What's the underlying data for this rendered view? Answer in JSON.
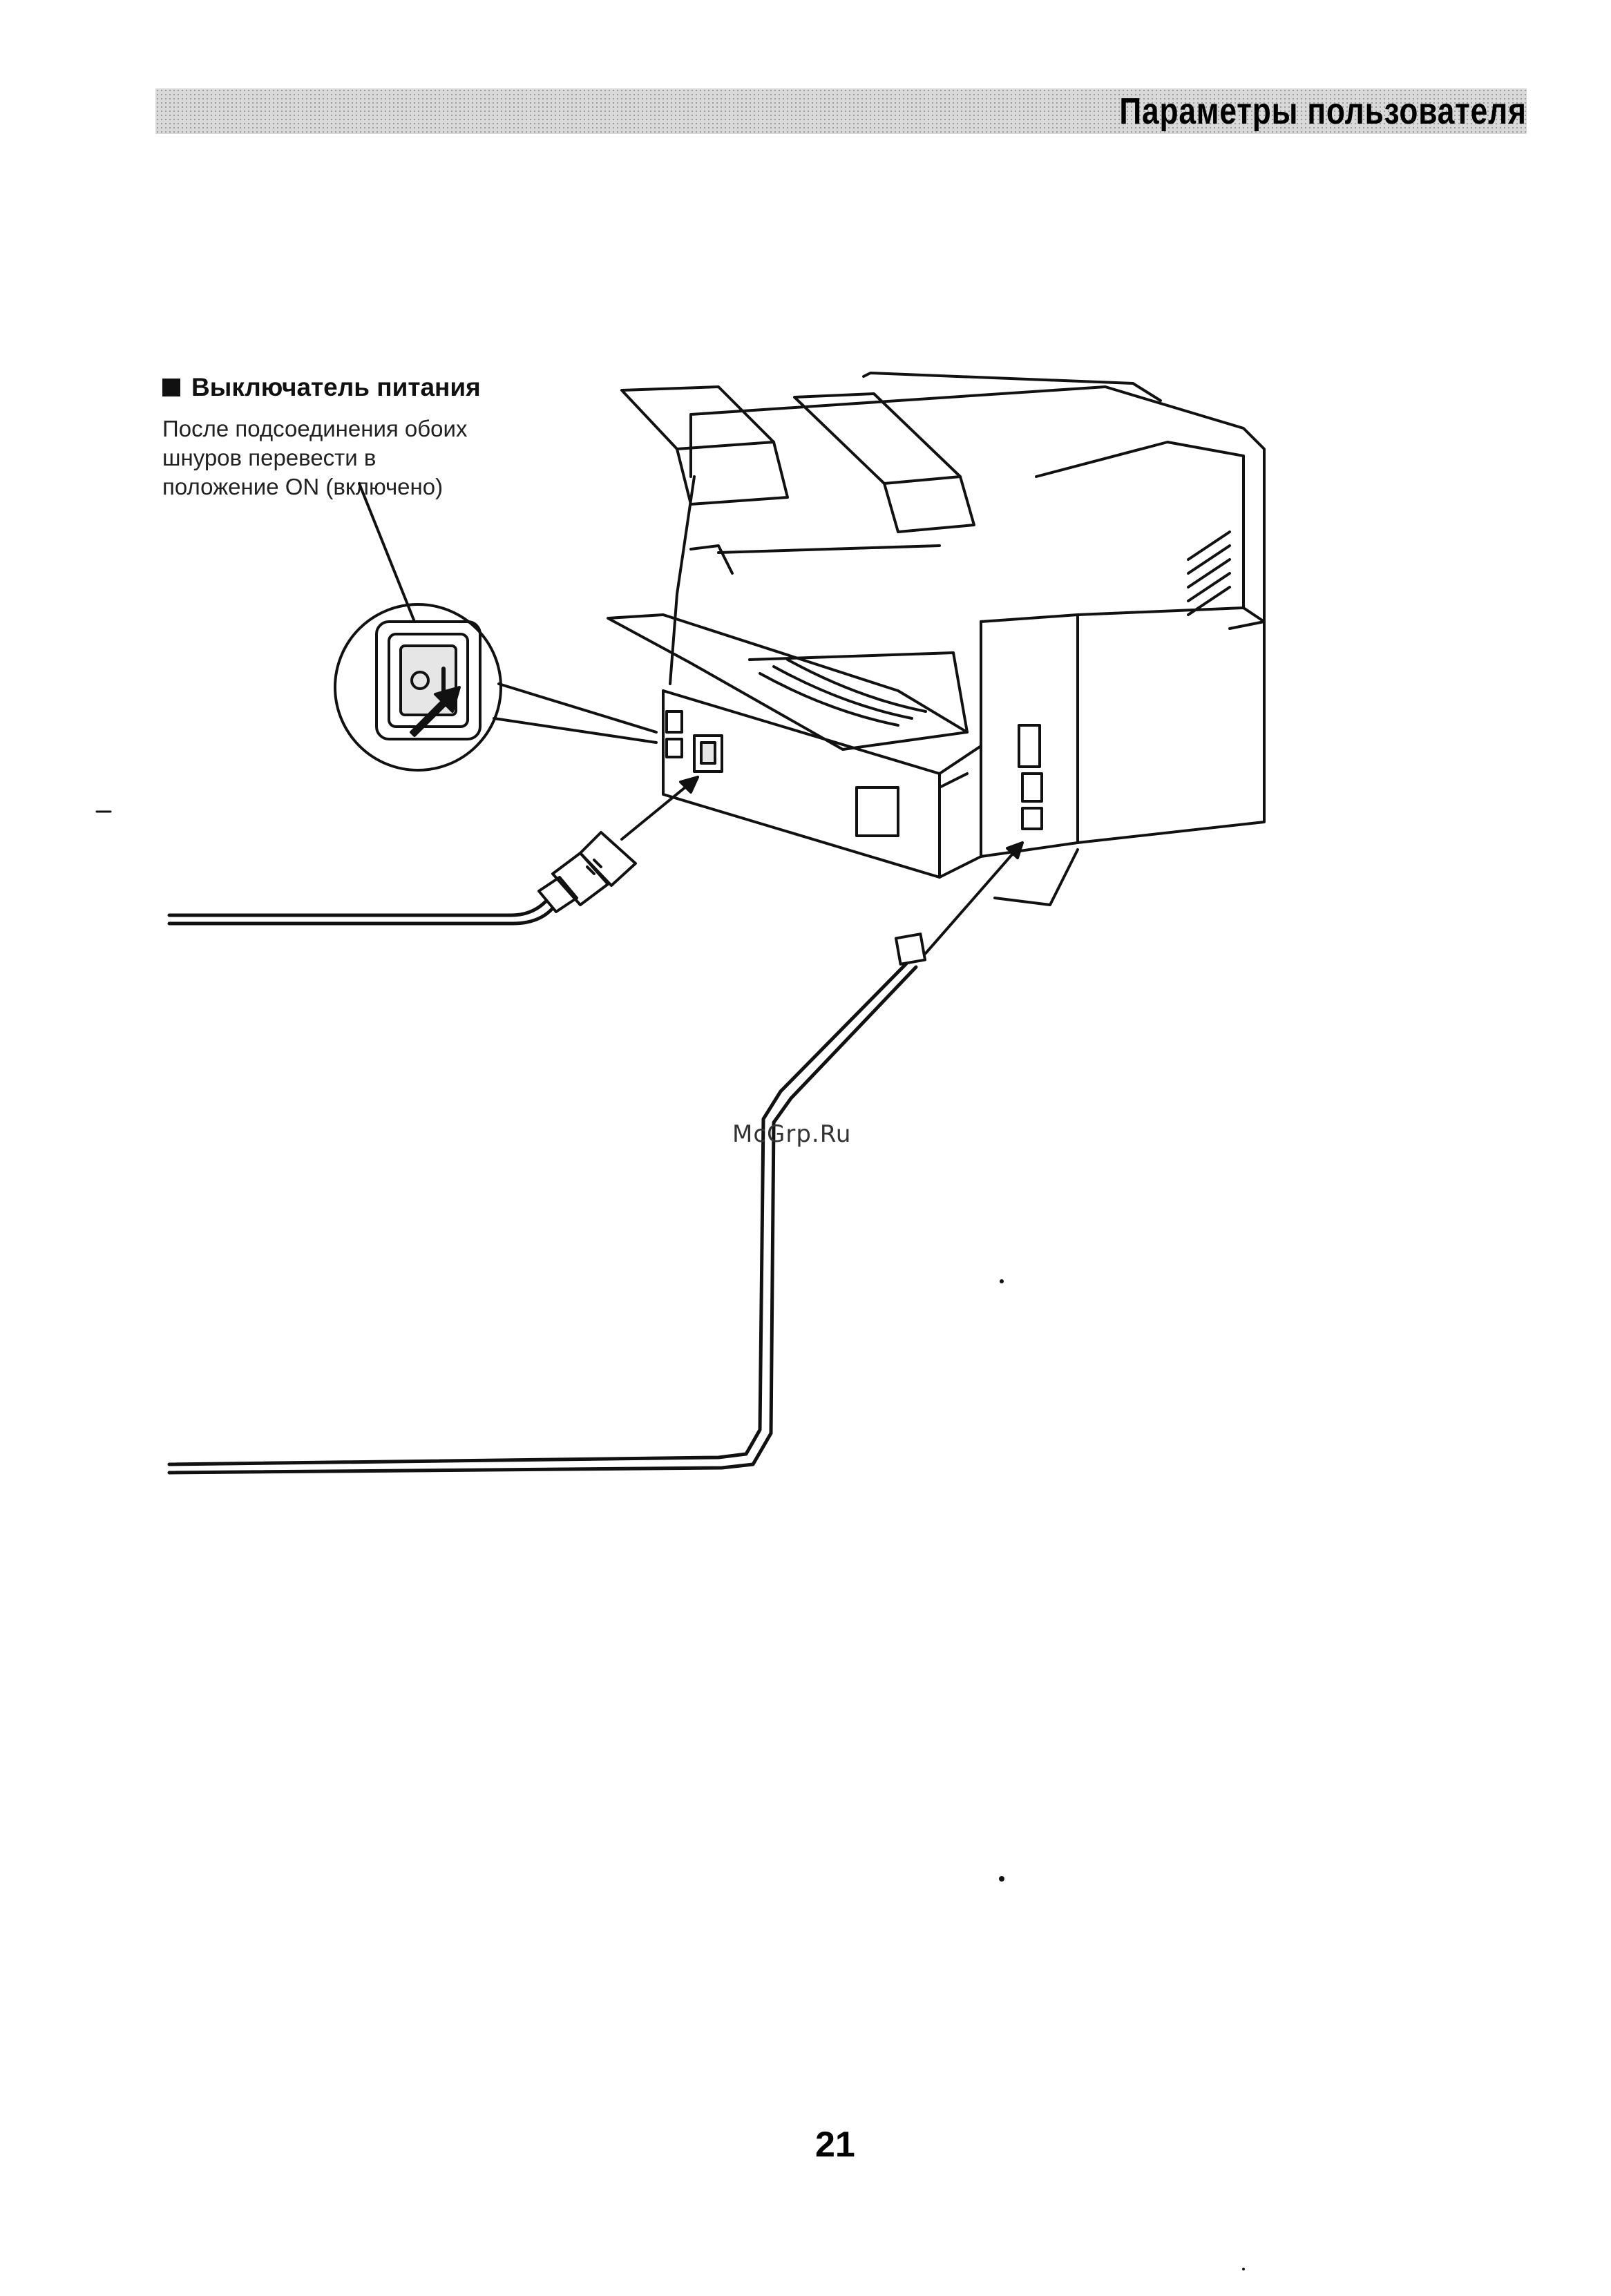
{
  "header": {
    "title": "Параметры пользователя"
  },
  "section": {
    "heading": "Выключатель питания",
    "body": "После подсоединения обоих\nшнуров перевести в\nположение ON (включено)"
  },
  "illustration": {
    "icons": [
      "power-switch-icon",
      "printer-icon",
      "power-plug-icon",
      "telephone-jack-icon"
    ]
  },
  "watermark": "McGrp.Ru",
  "page_number": "21"
}
